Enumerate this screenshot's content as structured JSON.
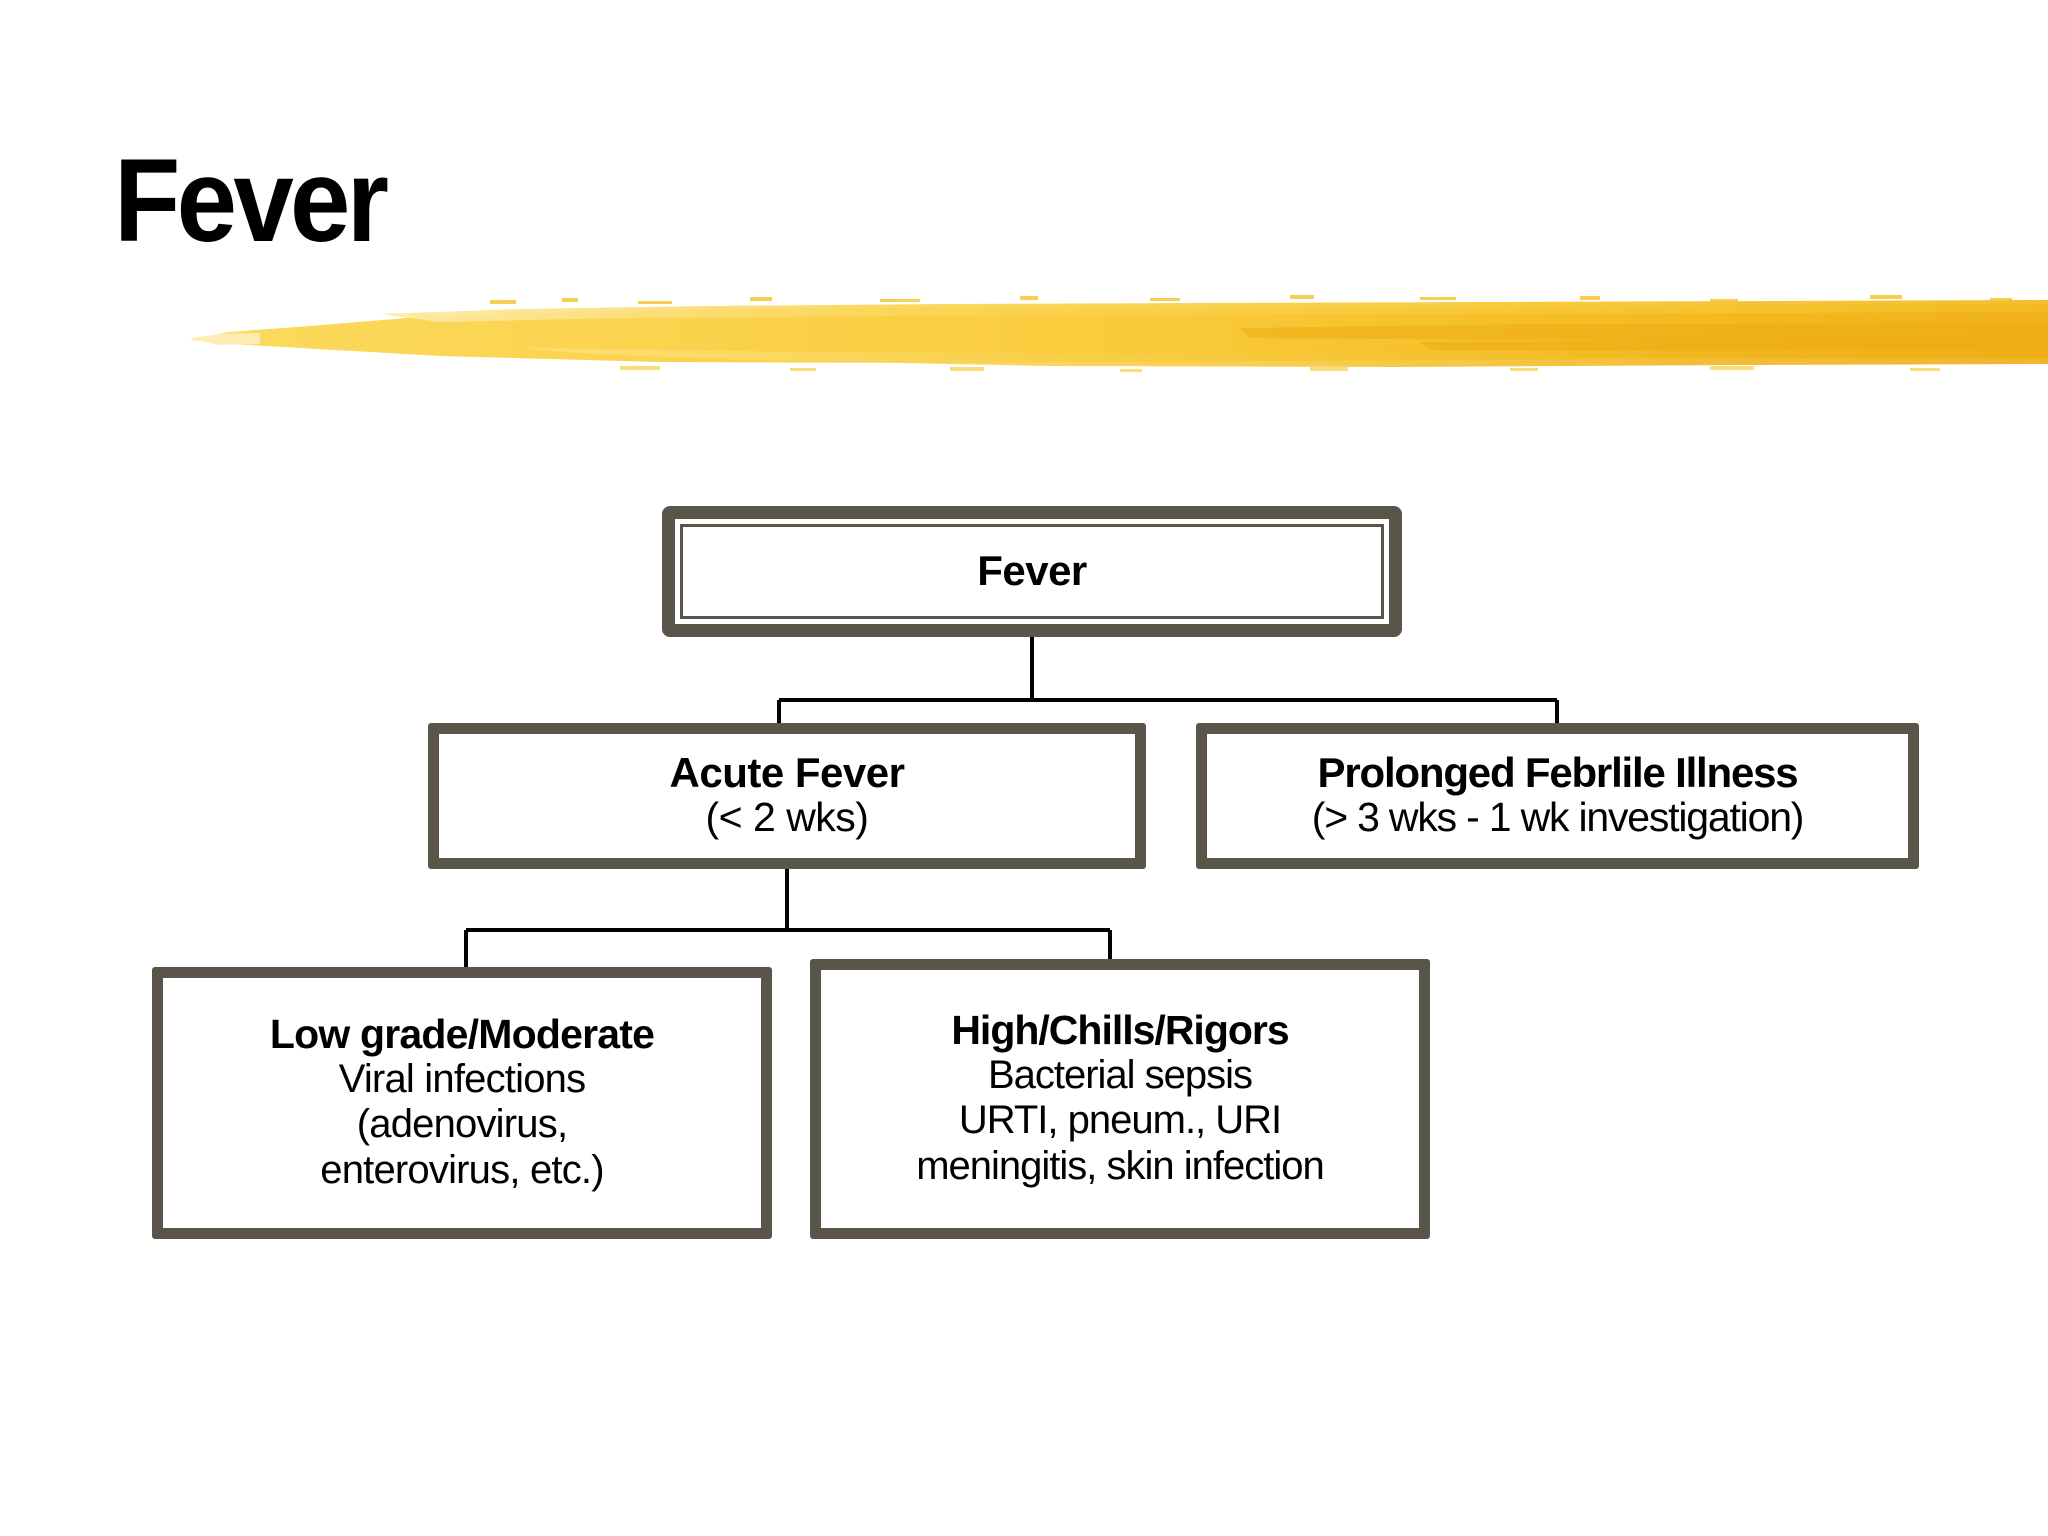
{
  "slide": {
    "title": "Fever",
    "background_color": "#ffffff",
    "accent_color": "#f6c52e",
    "box_border_color": "#5a554b",
    "text_color": "#000000",
    "connector_color": "#000000"
  },
  "decoration": {
    "brush_stroke_name": "yellow-brush-stroke",
    "brush_colors": {
      "light": "#fbd95a",
      "mid": "#f8c832",
      "dark": "#f0b21a",
      "pale": "#fde79a"
    }
  },
  "diagram": {
    "type": "tree",
    "root": {
      "name": "fever",
      "title": "Fever"
    },
    "level2": [
      {
        "name": "acute-fever",
        "title": "Acute Fever",
        "lines": [
          "(< 2 wks)"
        ]
      },
      {
        "name": "prolonged-febrile-illness",
        "title": "Prolonged Febrlile Illness",
        "lines": [
          "(> 3 wks - 1 wk investigation)"
        ]
      }
    ],
    "level3": [
      {
        "name": "low-grade-moderate",
        "title": "Low grade/Moderate",
        "lines": [
          "Viral infections",
          "(adenovirus,",
          "enterovirus, etc.)"
        ]
      },
      {
        "name": "high-chills-rigors",
        "title": "High/Chills/Rigors",
        "lines": [
          "Bacterial sepsis",
          "URTI, pneum., URI",
          "meningitis, skin infection"
        ]
      }
    ]
  }
}
